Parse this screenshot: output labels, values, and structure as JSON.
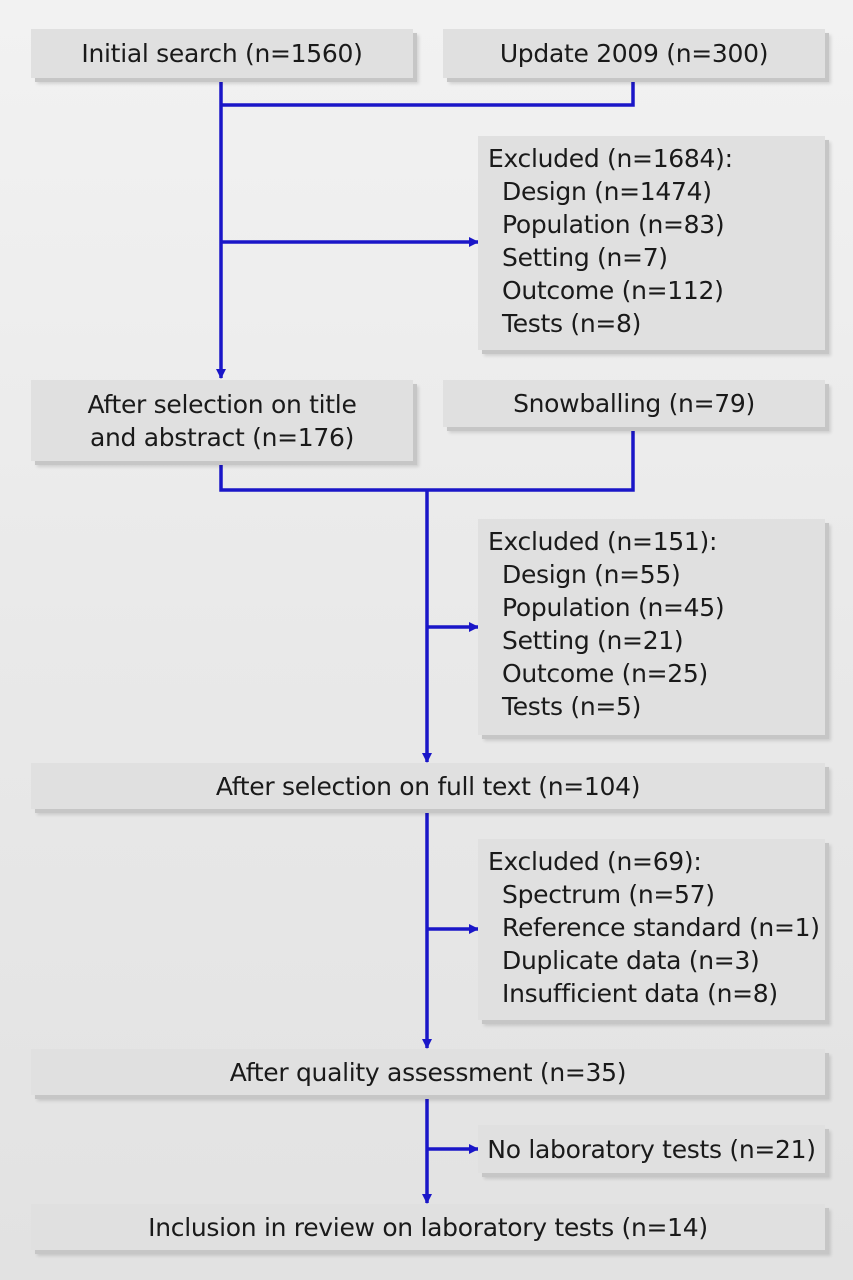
{
  "flowchart": {
    "initial_search": "Initial search (n=1560)",
    "update_2009": "Update 2009 (n=300)",
    "excluded_1": {
      "heading": "Excluded (n=1684):",
      "items": [
        "Design (n=1474)",
        "Population (n=83)",
        "Setting (n=7)",
        "Outcome (n=112)",
        "Tests (n=8)"
      ]
    },
    "after_title_abstract": {
      "line1": "After selection on title",
      "line2": "and abstract (n=176)"
    },
    "snowballing": "Snowballing (n=79)",
    "excluded_2": {
      "heading": "Excluded (n=151):",
      "items": [
        "Design (n=55)",
        "Population (n=45)",
        "Setting (n=21)",
        "Outcome (n=25)",
        "Tests (n=5)"
      ]
    },
    "after_full_text": "After selection on full text (n=104)",
    "excluded_3": {
      "heading": "Excluded (n=69):",
      "items": [
        "Spectrum (n=57)",
        "Reference standard (n=1)",
        "Duplicate data (n=3)",
        "Insufficient data (n=8)"
      ]
    },
    "after_quality": "After quality assessment (n=35)",
    "no_lab_tests": "No laboratory tests (n=21)",
    "inclusion": "Inclusion in review on laboratory tests (n=14)"
  },
  "colors": {
    "connector": "#1a16c8",
    "box_fill": "#e0e0e0",
    "text": "#1a1a1a"
  }
}
